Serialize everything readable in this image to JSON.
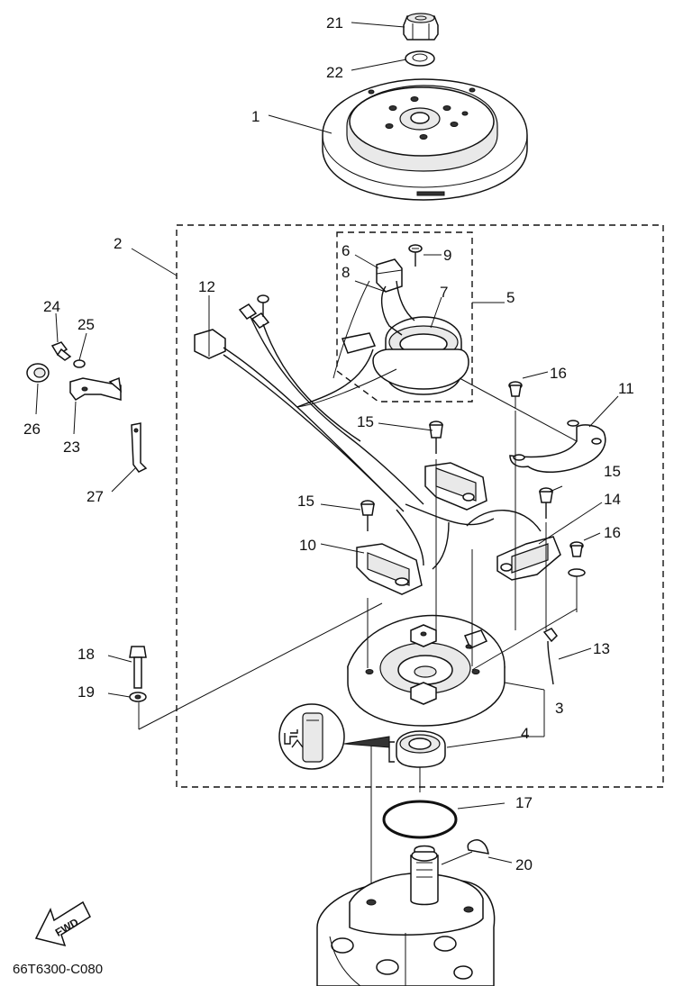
{
  "diagram": {
    "drawing_code": "66T6300-C080",
    "fwd_label": "FWD",
    "callouts": {
      "p1": "1",
      "p2": "2",
      "p3": "3",
      "p4": "4",
      "p5": "5",
      "p6": "6",
      "p7": "7",
      "p8": "8",
      "p9": "9",
      "p10": "10",
      "p11": "11",
      "p12": "12",
      "p13": "13",
      "p14": "14",
      "p15a": "15",
      "p15b": "15",
      "p15c": "15",
      "p16a": "16",
      "p16b": "16",
      "p17": "17",
      "p18": "18",
      "p19": "19",
      "p20": "20",
      "p21": "21",
      "p22": "22",
      "p23": "23",
      "p24": "24",
      "p25": "25",
      "p26": "26",
      "p27": "27"
    }
  }
}
